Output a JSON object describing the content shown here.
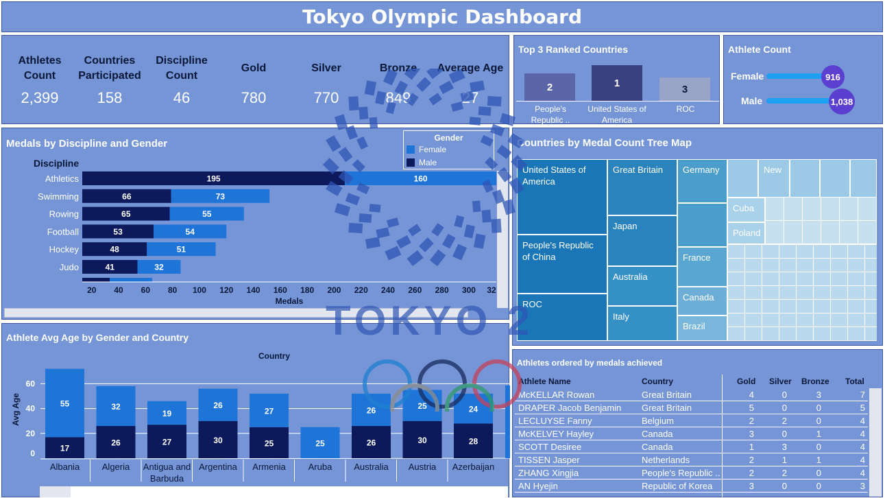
{
  "title": "Tokyo Olympic Dashboard",
  "kpis": [
    {
      "label": "Athletes Count",
      "value": "2,399"
    },
    {
      "label": "Countries Participated",
      "value": "158"
    },
    {
      "label": "Discipline Count",
      "value": "46"
    },
    {
      "label": "Gold",
      "value": "780"
    },
    {
      "label": "Silver",
      "value": "770"
    },
    {
      "label": "Bronze",
      "value": "849"
    },
    {
      "label": "Average Age",
      "value": "27"
    }
  ],
  "top3": {
    "title": "Top 3 Ranked Countries",
    "items": [
      {
        "rank": "2",
        "country": "People's Republic ..",
        "color": "#5a66a8"
      },
      {
        "rank": "1",
        "country": "United States of America",
        "color": "#3a3f7f"
      },
      {
        "rank": "3",
        "country": "ROC",
        "color": "#9aa4c9"
      }
    ]
  },
  "athlete_count": {
    "title": "Athlete Count",
    "rows": [
      {
        "label": "Female",
        "value": "916",
        "fraction": 0.882
      },
      {
        "label": "Male",
        "value": "1,038",
        "fraction": 1.0
      }
    ]
  },
  "discipline_chart": {
    "title": "Medals by Discipline and Gender",
    "legend_title": "Gender",
    "legend": [
      {
        "name": "Female",
        "color": "#1f74d8"
      },
      {
        "name": "Male",
        "color": "#0c1a5c"
      }
    ]
  },
  "age_chart": {
    "title": "Athlete Avg Age by Gender and Country"
  },
  "treemap": {
    "title": "Countries by Medal Count Tree Map",
    "tiles": [
      "United States of America",
      "People's Republic of China",
      "ROC",
      "Great Britain",
      "Japan",
      "Australia",
      "Italy",
      "Germany",
      "France",
      "Canada",
      "Brazil",
      "New",
      "Cuba",
      "Poland"
    ]
  },
  "athletes_table": {
    "title": "Athletes ordered by medals achieved",
    "columns": [
      "Athlete Name",
      "Country",
      "Gold",
      "Silver",
      "Bronze",
      "Total"
    ],
    "rows": [
      [
        "McKELLAR Rowan",
        "Great Britain",
        "4",
        "0",
        "3",
        "7"
      ],
      [
        "DRAPER Jacob Benjamin",
        "Great Britain",
        "5",
        "0",
        "0",
        "5"
      ],
      [
        "LECLUYSE Fanny",
        "Belgium",
        "2",
        "2",
        "0",
        "4"
      ],
      [
        "McKELVEY Hayley",
        "Canada",
        "3",
        "0",
        "1",
        "4"
      ],
      [
        "SCOTT Desiree",
        "Canada",
        "1",
        "3",
        "0",
        "4"
      ],
      [
        "TISSEN Jasper",
        "Netherlands",
        "2",
        "1",
        "1",
        "4"
      ],
      [
        "ZHANG Xingjia",
        "People's Republic ..",
        "2",
        "2",
        "0",
        "4"
      ],
      [
        "AN Hyejin",
        "Republic of Korea",
        "3",
        "0",
        "0",
        "3"
      ]
    ]
  },
  "chart_data": [
    {
      "type": "bar",
      "orientation": "horizontal",
      "stacked": true,
      "title": "Medals by Discipline and Gender",
      "ylabel": "Discipline",
      "xlabel": "Medals",
      "categories": [
        "Athletics",
        "Swimming",
        "Rowing",
        "Football",
        "Hockey",
        "Judo"
      ],
      "series": [
        {
          "name": "Male",
          "values": [
            195,
            66,
            65,
            53,
            48,
            41
          ],
          "color": "#0c1a5c"
        },
        {
          "name": "Female",
          "values": [
            160,
            73,
            55,
            54,
            51,
            32
          ],
          "color": "#1f74d8"
        }
      ],
      "xticks": [
        20,
        40,
        60,
        80,
        100,
        120,
        140,
        160,
        180,
        200,
        220,
        240,
        260,
        280,
        300,
        "32"
      ],
      "xlim": [
        13,
        320
      ],
      "legend": "top-right"
    },
    {
      "type": "bar",
      "stacked": true,
      "title": "Athlete Avg Age by Gender and Country",
      "xlabel": "Country",
      "ylabel": "Avg Age",
      "categories": [
        "Albania",
        "Algeria",
        "Antigua and Barbuda",
        "Argentina",
        "Armenia",
        "Aruba",
        "Australia",
        "Austria",
        "Azerbaijan"
      ],
      "series": [
        {
          "name": "Male",
          "values": [
            17,
            26,
            27,
            30,
            25,
            0,
            26,
            30,
            28
          ],
          "color": "#0c1a5c"
        },
        {
          "name": "Female",
          "values": [
            55,
            32,
            19,
            26,
            27,
            25,
            26,
            25,
            24
          ],
          "color": "#1f74d8"
        }
      ],
      "yticks": [
        0,
        20,
        40,
        60
      ],
      "ylim": [
        0,
        75
      ],
      "grid": true
    }
  ]
}
